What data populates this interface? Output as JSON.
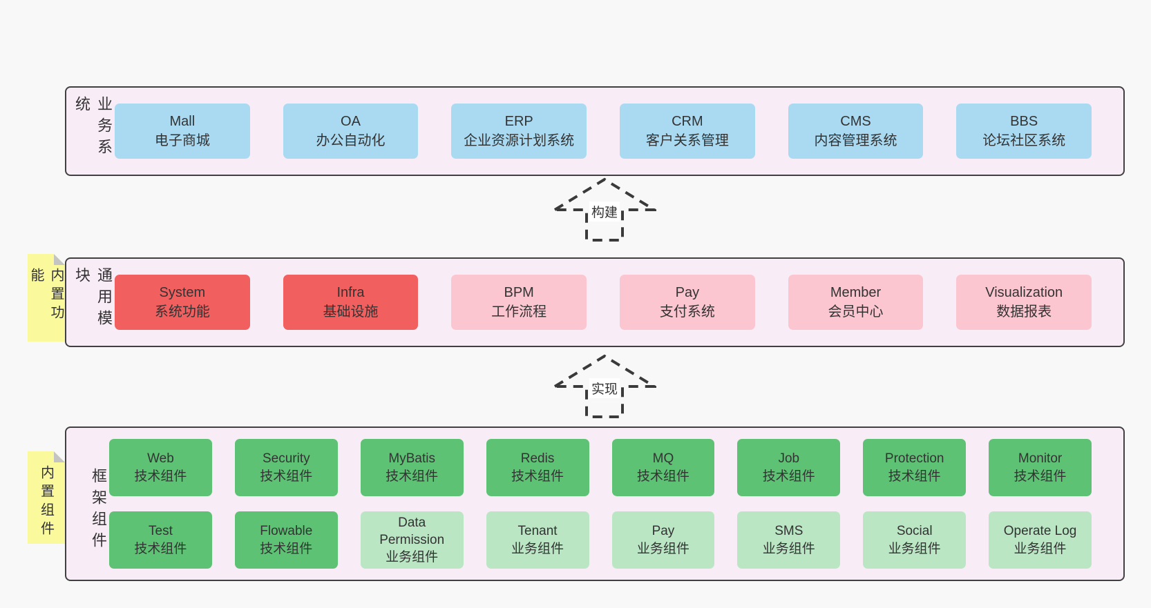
{
  "colors": {
    "page_bg": "#f8f8f8",
    "section_bg": "#f8edf7",
    "section_border": "#404040",
    "box_text": "#333333",
    "blue": "#a9daf2",
    "red": "#f25f5f",
    "pink": "#fbc6d0",
    "green": "#5ec274",
    "green_light": "#bae6c4",
    "note_bg": "#fafa9d",
    "note_fold": "#c4c4c4",
    "arrow_stroke": "#3a3a3a"
  },
  "notes": [
    {
      "label": "内置功能"
    },
    {
      "label": "内置组件"
    }
  ],
  "arrows": [
    {
      "label": "构建"
    },
    {
      "label": "实现"
    }
  ],
  "sections": [
    {
      "label": "业务系统",
      "rows": [
        [
          {
            "title": "Mall",
            "subtitle": "电子商城",
            "variant": "blue"
          },
          {
            "title": "OA",
            "subtitle": "办公自动化",
            "variant": "blue"
          },
          {
            "title": "ERP",
            "subtitle": "企业资源计划系统",
            "variant": "blue"
          },
          {
            "title": "CRM",
            "subtitle": "客户关系管理",
            "variant": "blue"
          },
          {
            "title": "CMS",
            "subtitle": "内容管理系统",
            "variant": "blue"
          },
          {
            "title": "BBS",
            "subtitle": "论坛社区系统",
            "variant": "blue"
          }
        ]
      ]
    },
    {
      "label": "通用模块",
      "rows": [
        [
          {
            "title": "System",
            "subtitle": "系统功能",
            "variant": "red"
          },
          {
            "title": "Infra",
            "subtitle": "基础设施",
            "variant": "red"
          },
          {
            "title": "BPM",
            "subtitle": "工作流程",
            "variant": "pink"
          },
          {
            "title": "Pay",
            "subtitle": "支付系统",
            "variant": "pink"
          },
          {
            "title": "Member",
            "subtitle": "会员中心",
            "variant": "pink"
          },
          {
            "title": "Visualization",
            "subtitle": "数据报表",
            "variant": "pink"
          }
        ]
      ]
    },
    {
      "label": "框架组件",
      "rows": [
        [
          {
            "title": "Web",
            "subtitle": "技术组件",
            "variant": "green"
          },
          {
            "title": "Security",
            "subtitle": "技术组件",
            "variant": "green"
          },
          {
            "title": "MyBatis",
            "subtitle": "技术组件",
            "variant": "green"
          },
          {
            "title": "Redis",
            "subtitle": "技术组件",
            "variant": "green"
          },
          {
            "title": "MQ",
            "subtitle": "技术组件",
            "variant": "green"
          },
          {
            "title": "Job",
            "subtitle": "技术组件",
            "variant": "green"
          },
          {
            "title": "Protection",
            "subtitle": "技术组件",
            "variant": "green"
          },
          {
            "title": "Monitor",
            "subtitle": "技术组件",
            "variant": "green"
          }
        ],
        [
          {
            "title": "Test",
            "subtitle": "技术组件",
            "variant": "green"
          },
          {
            "title": "Flowable",
            "subtitle": "技术组件",
            "variant": "green"
          },
          {
            "title": "Data Permission",
            "subtitle": "业务组件",
            "variant": "green-light"
          },
          {
            "title": "Tenant",
            "subtitle": "业务组件",
            "variant": "green-light"
          },
          {
            "title": "Pay",
            "subtitle": "业务组件",
            "variant": "green-light"
          },
          {
            "title": "SMS",
            "subtitle": "业务组件",
            "variant": "green-light"
          },
          {
            "title": "Social",
            "subtitle": "业务组件",
            "variant": "green-light"
          },
          {
            "title": "Operate Log",
            "subtitle": "业务组件",
            "variant": "green-light"
          }
        ]
      ]
    }
  ]
}
